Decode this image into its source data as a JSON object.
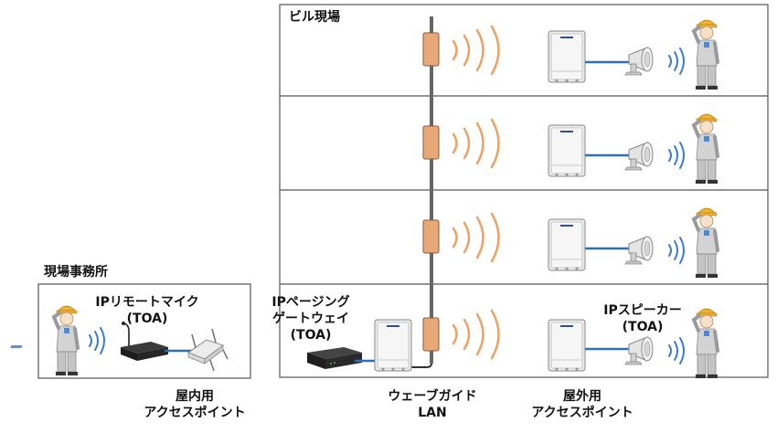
{
  "building": {
    "title": "ビル現場",
    "floors": 4
  },
  "office": {
    "title": "現場事務所"
  },
  "labels": {
    "remote_mic": [
      "IPリモートマイク",
      "(TOA)"
    ],
    "paging_gateway": [
      "IPページング",
      "ゲートウェイ",
      "(TOA)"
    ],
    "ip_speaker": [
      "IPスピーカー",
      "(TOA)"
    ],
    "indoor_ap": [
      "屋内用",
      "アクセスポイント"
    ],
    "waveguide_lan": [
      "ウェーブガイド",
      "LAN"
    ],
    "outdoor_ap": [
      "屋外用",
      "アクセスポイント"
    ]
  },
  "colors": {
    "frame": "#555555",
    "waveguide": "#666666",
    "coupler": "#e8a878",
    "coupler_border": "#8a5a3a",
    "wave_orange": "#f0a060",
    "wave_blue": "#3a7ad8",
    "cable": "#2a6fc0",
    "ap_body": "#eaeaea",
    "worker_body": "#cfcfcf",
    "helmet": "#f2b230",
    "device_dark": "#2a2a2a"
  },
  "icons": [
    "waveguide-coupler-icon",
    "wifi-wave-icon",
    "access-point-icon",
    "horn-speaker-icon",
    "worker-icon",
    "remote-mic-icon",
    "paging-gateway-icon"
  ]
}
